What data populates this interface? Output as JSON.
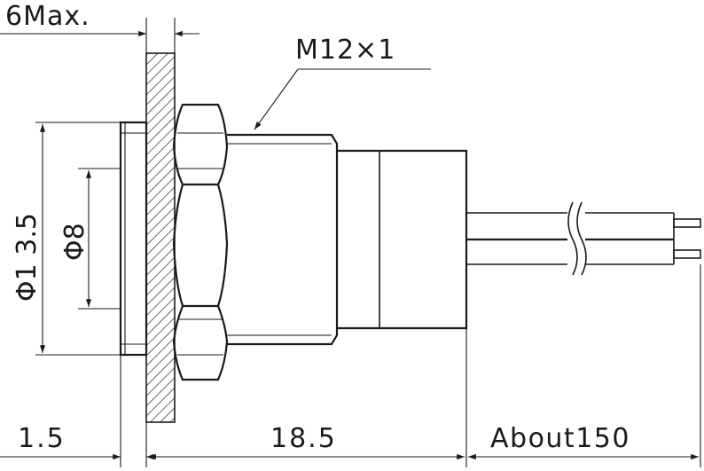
{
  "dimensions": {
    "panel_thickness": "6Max.",
    "thread": "M12×1",
    "flange_diameter": "Φ1 3.5",
    "lens_diameter": "Φ8",
    "flange_thickness": "1.5",
    "body_length": "18.5",
    "lead_length": "About150"
  },
  "colors": {
    "line": "#1a1a1a",
    "background": "#ffffff"
  }
}
